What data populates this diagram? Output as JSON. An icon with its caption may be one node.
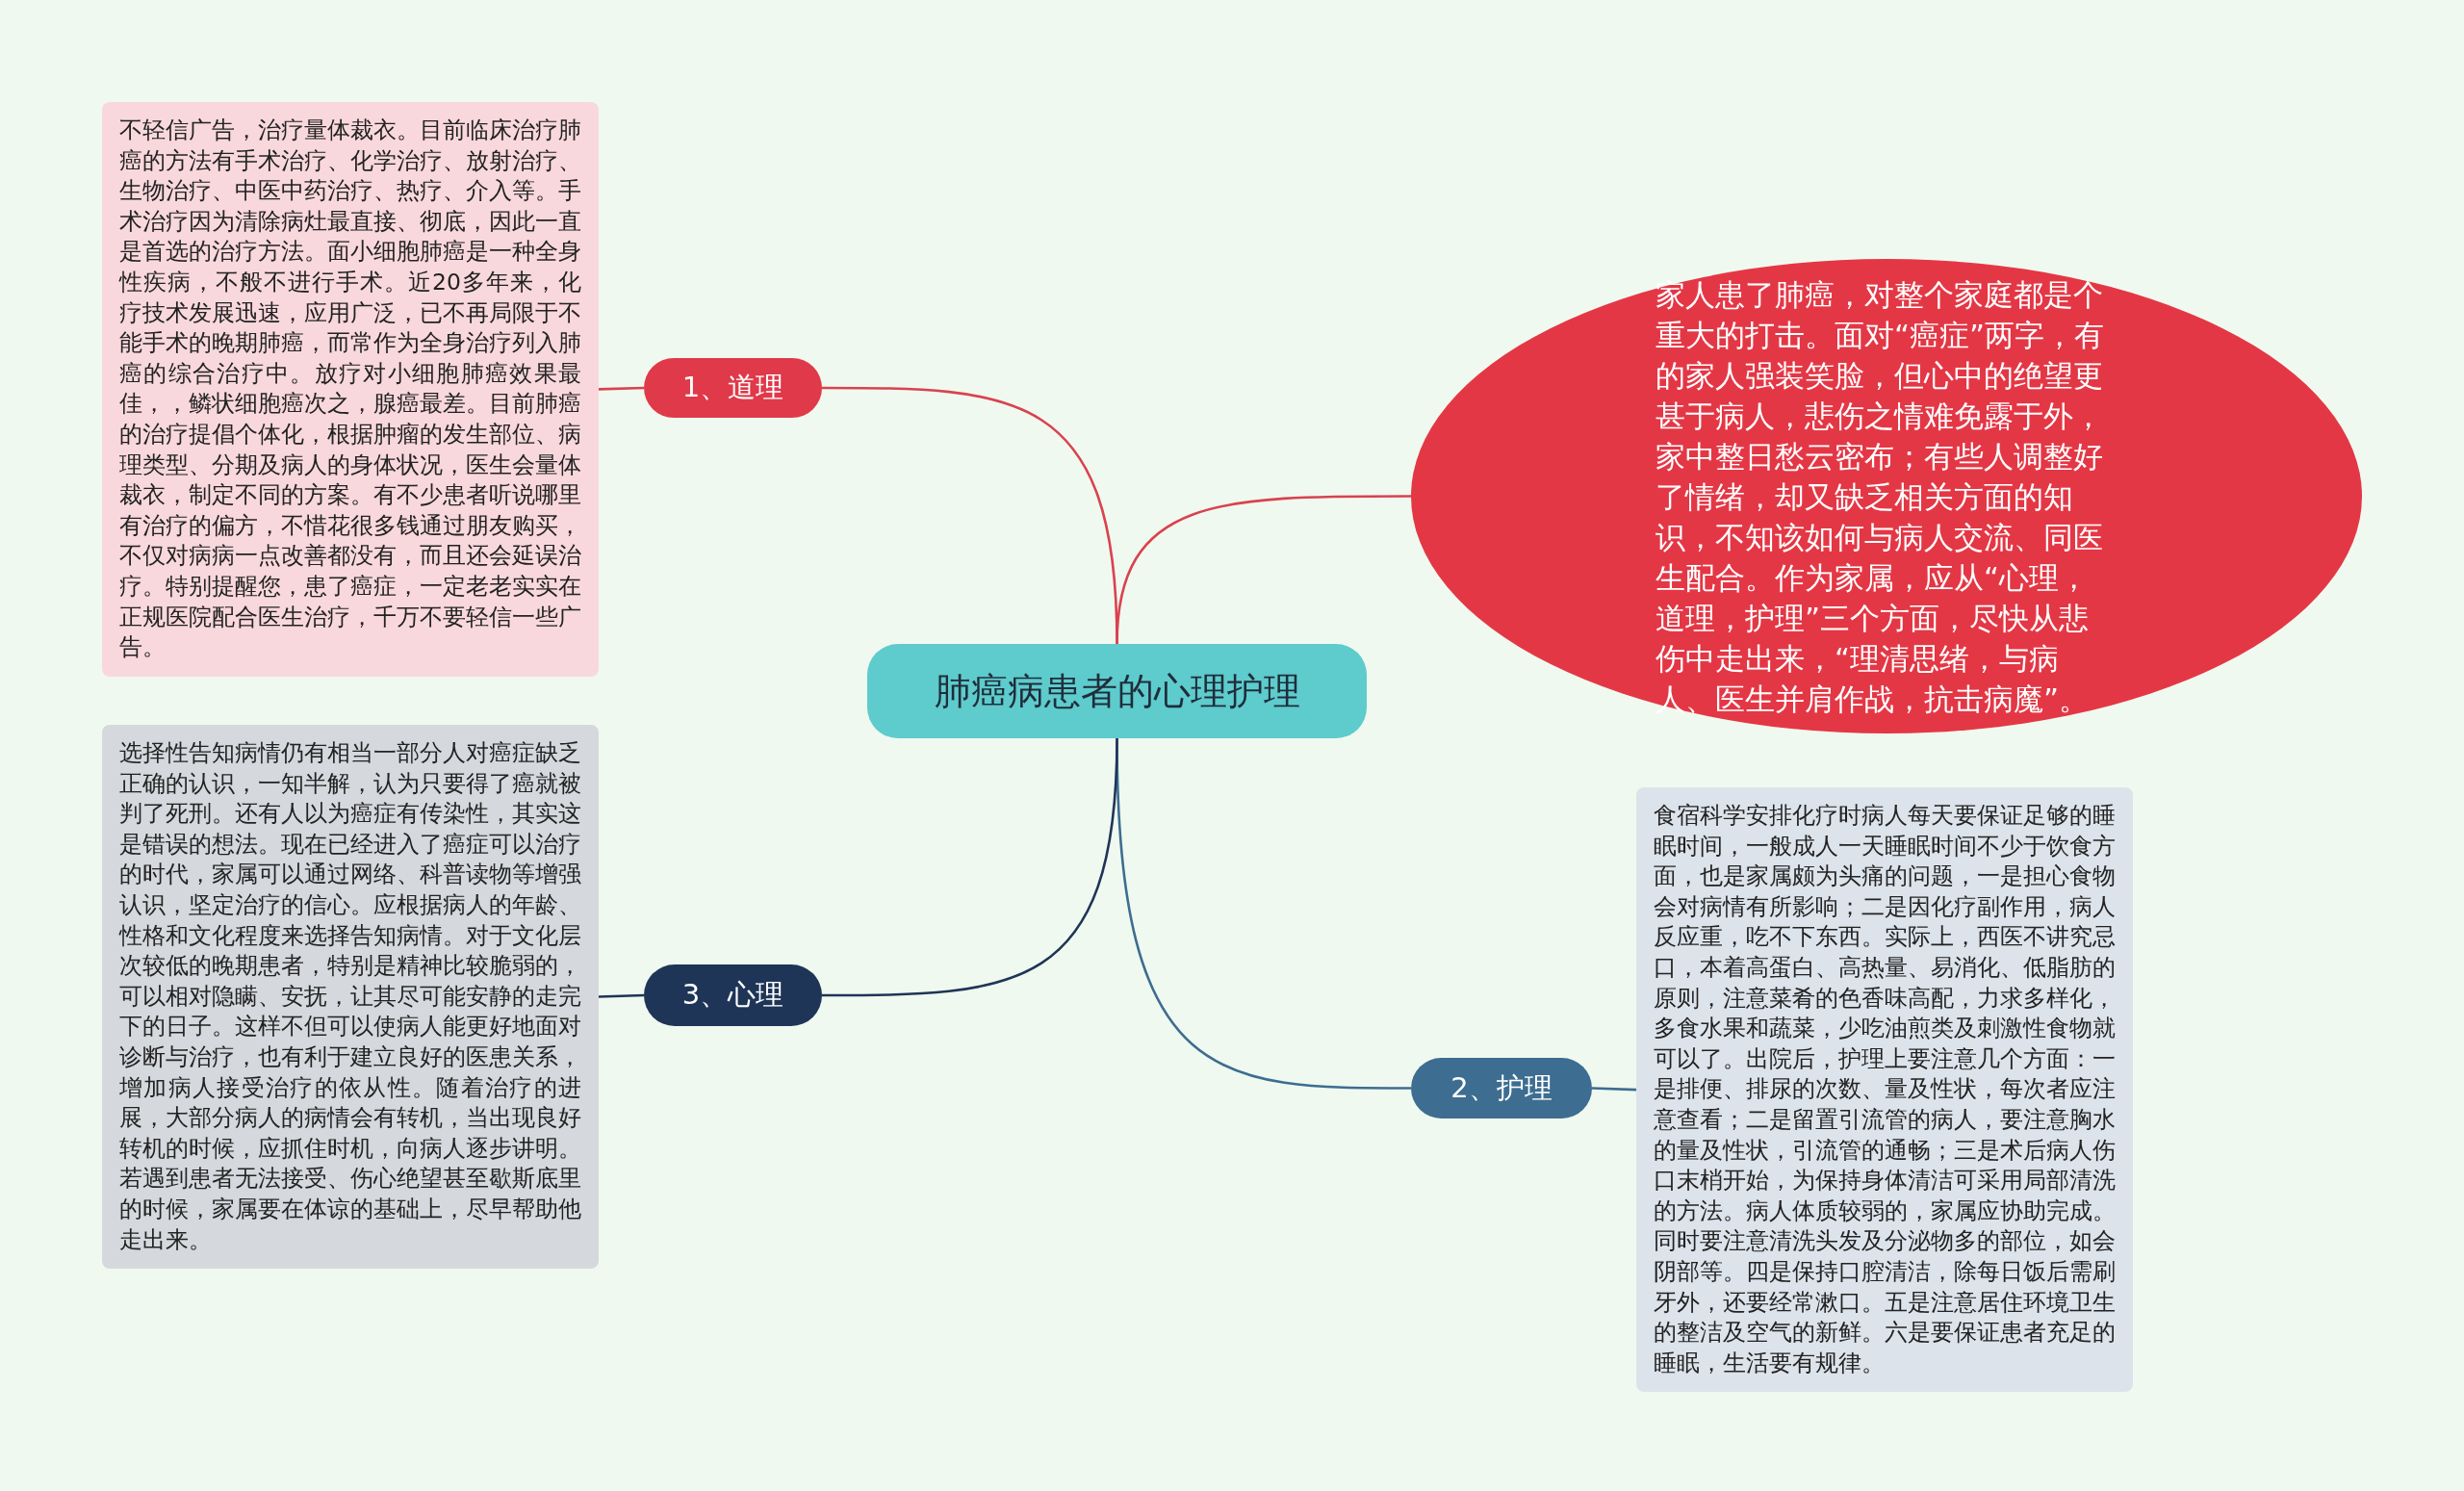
{
  "diagram": {
    "nodes": [
      {
        "text": [
          "肺癌病患者的心理护理"
        ]
      },
      {
        "text": [
          "1、道理"
        ]
      },
      {
        "text": [
          "不轻信广告，治疗量体裁衣。目前临床治疗肺癌的方法有手术治疗、化学治疗、放射治疗、生物治疗、中医中药治疗、热疗、介入等。手术治疗因为清除病灶最直接、彻底，因此一直是首选的治疗方法。面小细胞肺癌是一种全身性疾病，不般不进行手术。近20多年来，化疗技术发展迅速，应用广泛，已不再局限于不能手术的晚期肺癌，而常作为全身治疗列入肺癌的综合治疗中。放疗对小细胞肺癌效果最佳，，鳞状细胞癌次之，腺癌最差。目前肺癌的治疗提倡个体化，根据肿瘤的发生部位、病理类型、分期及病人的身体状况，医生会量体裁衣，制定不同的方案。有不少患者听说哪里有治疗的偏方，不惜花很多钱通过朋友购买，不仅对病病一点改善都没有，而且还会延误治疗。特别提醒您，患了癌症，一定老老实实在正规医院配合医生治疗，千万不要轻信一些广告。"
        ]
      },
      {
        "text": [
          "家人患了肺癌，对整个家庭都是个重大的打击。面对“癌症”两字，有的家人强装笑脸，但心中的绝望更甚于病人，悲伤之情难免露于外，家中整日愁云密布；有些人调整好了情绪，却又缺乏相关方面的知识，不知该如何与病人交流、同医生配合。作为家属，应从“心理，道理，护理”三个方面，尽快从悲伤中走出来，“理清思绪，与病人、医生并肩作战，抗击病魔”。"
        ]
      },
      {
        "text": [
          "2、护理"
        ]
      },
      {
        "text": [
          "食宿科学安排化疗时病人每天要保证足够的睡眠时间，一般成人一天睡眠时间不少于饮食方面，也是家属颇为头痛的问题，一是担心食物会对病情有所影响；二是因化疗副作用，病人反应重，吃不下东西。实际上，西医不讲究忌口，本着高蛋白、高热量、易消化、低脂肪的原则，注意菜肴的色香味高配，力求多样化，多食水果和蔬菜，少吃油煎类及刺激性食物就可以了。出院后，护理上要注意几个方面：一是排便、排尿的次数、量及性状，每次者应注意查看；二是留置引流管的病人，要注意胸水的量及性状，引流管的通畅；三是术后病人伤口末梢开始，为保持身体清洁可采用局部清洗的方法。病人体质较弱的，家属应协助完成。同时要注意清洗头发及分泌物多的部位，如会阴部等。四是保持口腔清洁，除每日饭后需刷牙外，还要经常漱口。五是注意居住环境卫生的整洁及空气的新鲜。六是要保证患者充足的睡眠，生活要有规律。"
        ]
      },
      {
        "text": [
          "3、心理"
        ]
      },
      {
        "text": [
          "选择性告知病情仍有相当一部分人对癌症缺乏正确的认识，一知半解，认为只要得了癌就被判了死刑。还有人以为癌症有传染性，其实这是错误的想法。现在已经进入了癌症可以治疗的时代，家属可以通过网络、科普读物等增强认识，坚定治疗的信心。应根据病人的年龄、性格和文化程度来选择告知病情。对于文化层次较低的晚期患者，特别是精神比较脆弱的，可以相对隐瞒、安抚，让其尽可能安静的走完下的日子。这样不但可以使病人能更好地面对诊断与治疗，也有利于建立良好的医患关系，增加病人接受治疗的依从性。随着治疗的进展，大部分病人的病情会有转机，当出现良好转机的时候，应抓住时机，向病人逐步讲明。若遇到患者无法接受、伤心绝望甚至歇斯底里的时候，家属要在体谅的基础上，尽早帮助他走出来。"
        ]
      }
    ],
    "edges": [
      {
        "from": 0,
        "to": 1,
        "arrow": "none",
        "color": "#d9424f"
      },
      {
        "from": 1,
        "to": 2,
        "arrow": "none",
        "color": "#d9424f"
      },
      {
        "from": 0,
        "to": 3,
        "arrow": "none",
        "color": "#d9424f"
      },
      {
        "from": 0,
        "to": 4,
        "arrow": "none",
        "color": "#3d6d90"
      },
      {
        "from": 4,
        "to": 5,
        "arrow": "none",
        "color": "#3d6d90"
      },
      {
        "from": 0,
        "to": 6,
        "arrow": "none",
        "color": "#1e3557"
      },
      {
        "from": 6,
        "to": 7,
        "arrow": "none",
        "color": "#1e3557"
      }
    ]
  }
}
